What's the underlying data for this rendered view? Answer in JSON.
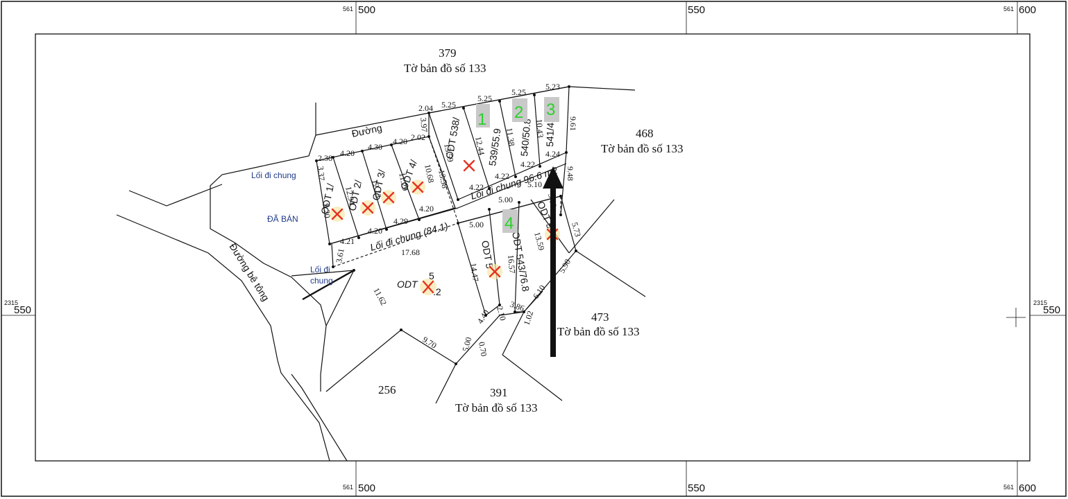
{
  "grid": {
    "top_labels": [
      {
        "prefix": "561",
        "value": "500"
      },
      {
        "value": "550"
      },
      {
        "prefix": "561",
        "value": "600"
      }
    ],
    "bottom_labels": [
      {
        "prefix": "561",
        "value": "500"
      },
      {
        "value": "550"
      },
      {
        "prefix": "561",
        "value": "600"
      }
    ],
    "left_label": {
      "prefix": "2315",
      "value": "550"
    },
    "right_label": {
      "prefix": "2315",
      "value": "550"
    }
  },
  "neighbors": {
    "n379": {
      "number": "379",
      "sheet": "Tờ bản đồ số 133"
    },
    "n468": {
      "number": "468",
      "sheet": "Tờ bản đồ số 133"
    },
    "n473": {
      "number": "473",
      "sheet": "Tờ bản đồ số 133"
    },
    "n391": {
      "number": "391",
      "sheet": "Tờ bản đồ số 133"
    },
    "n256": {
      "number": "256"
    }
  },
  "labels": {
    "duong": "Đường",
    "loi_di_chung_1": "Lối đi chung",
    "da_ban": "ĐÃ BÁN",
    "loi_di_line1": "Lối đi",
    "loi_di_line2": "chung",
    "duong_be_tong": "Đường bê tông",
    "loi_di_chung_84": "Lối đi chung (84.1)",
    "loi_di_chung_96": "Lối đi chung 96.6 m2"
  },
  "parcels": {
    "p1": "ODT 1/",
    "p2": "ODT 2/",
    "p3": "ODT 3/",
    "p4": "ODT 4/",
    "p5a": "ODT",
    "p5b": ".2",
    "p5num": "5",
    "p538": "ODT 538/",
    "p539": "539/55.9",
    "p540": "540/50.8",
    "p541": "541/45.5",
    "p542": "ODT 5",
    "p543": "ODT 543/76.8",
    "p544": "ODT 54"
  },
  "markers": {
    "g1": "1",
    "g2": "2",
    "g3": "3",
    "g4": "4"
  },
  "dimensions": {
    "d2_04": "2.04",
    "d5_25a": "5.25",
    "d5_25b": "5.25",
    "d5_25c": "5.25",
    "d5_23": "5.23",
    "d9_61": "9.61",
    "d3_97": "3.97",
    "d2_02": "2.02",
    "d13_59a": "13.59",
    "d12_44": "12.44",
    "d11_38": "11.38",
    "d10_43": "10.43",
    "d4_22a": "4.22",
    "d4_22b": "4.22",
    "d4_22c": "4.22",
    "d4_24": "4.24",
    "d9_48": "9.48",
    "d2_38": "2.38",
    "d4_20a": "4.20",
    "d4_30": "4.30",
    "d4_20b": "4.20",
    "d3_37": "3.37",
    "d12_94": "12.94",
    "d12_13": "12.13",
    "d11_29": "11.29",
    "d10_68": "10.68",
    "d13_58": "13.58",
    "d9_20": "9.20",
    "d4_20c": "4.20",
    "d4_29": "4.29",
    "d4_20d": "4.20",
    "d4_21": "4.21",
    "d3_61": "3.61",
    "d17_68": "17.68",
    "d5_00a": "5.00",
    "d5_10": "5.10",
    "d5_00b": "5.00",
    "d5_02": "5.02",
    "d5_73": "5.73",
    "d14_47": "14.47",
    "d16_57": "16.57",
    "d13_59b": "13.59",
    "d5_90": "5.90",
    "d11_62": "11.62",
    "d4_40": "4.40",
    "d2_10": "2.10",
    "d3_86": "3.86",
    "d6_10": "6.10",
    "d1_02": "1.02",
    "d0_70": "0.70",
    "d5_00c": "5.00",
    "d9_70": "9.70"
  }
}
